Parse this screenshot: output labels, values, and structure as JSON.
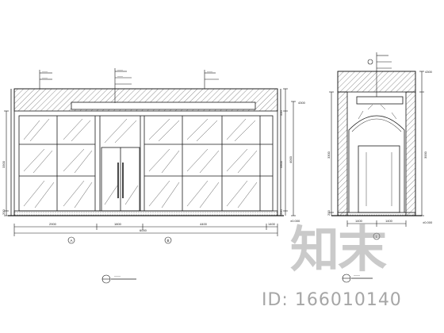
{
  "colors": {
    "line": "#1a1a1a",
    "hatch": "#333333",
    "watermark": "#969696"
  },
  "left_elevation": {
    "callouts_top": [
      "——",
      "——",
      "——",
      "——",
      "——"
    ],
    "dims_bottom": [
      "2900",
      "1800",
      "6000",
      "4400",
      "1400"
    ],
    "dims_right": [
      "4300",
      "500",
      "3300",
      "4000",
      "200",
      "±0.000"
    ],
    "dims_left": [
      "3300",
      "200"
    ],
    "axis_tags": [
      "A",
      "B"
    ],
    "title_text": "——"
  },
  "right_section": {
    "dims_bottom": [
      "1400",
      "1400"
    ],
    "dims_right": [
      "4300",
      "3000",
      "±0.000"
    ],
    "dims_left": [
      "3300",
      "200"
    ],
    "axis_tag": "1",
    "title_text": "——"
  },
  "watermark": {
    "logo_text": "知末",
    "id_text": "ID: 166010140"
  }
}
